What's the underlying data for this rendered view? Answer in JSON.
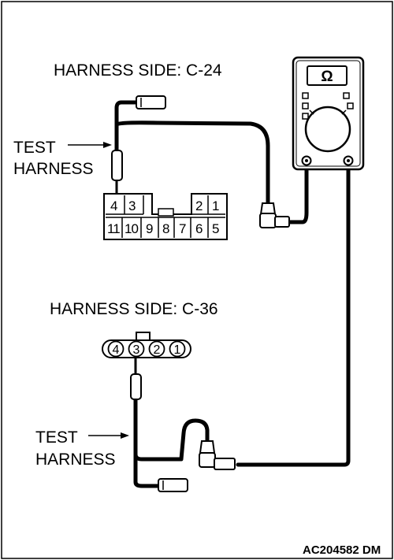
{
  "top_connector": {
    "label": "HARNESS SIDE: C-24",
    "pins_top": [
      "4",
      "3",
      "2",
      "1"
    ],
    "pins_bottom": [
      "11",
      "10",
      "9",
      "8",
      "7",
      "6",
      "5"
    ]
  },
  "bottom_connector": {
    "label": "HARNESS SIDE: C-36",
    "pins": [
      "4",
      "3",
      "2",
      "1"
    ]
  },
  "test_harness_upper": {
    "line1": "TEST",
    "line2": "HARNESS"
  },
  "test_harness_lower": {
    "line1": "TEST",
    "line2": "HARNESS"
  },
  "meter": {
    "symbol": "Ω",
    "icon": "ohmmeter-icon"
  },
  "figure_code": "AC204582 DM"
}
